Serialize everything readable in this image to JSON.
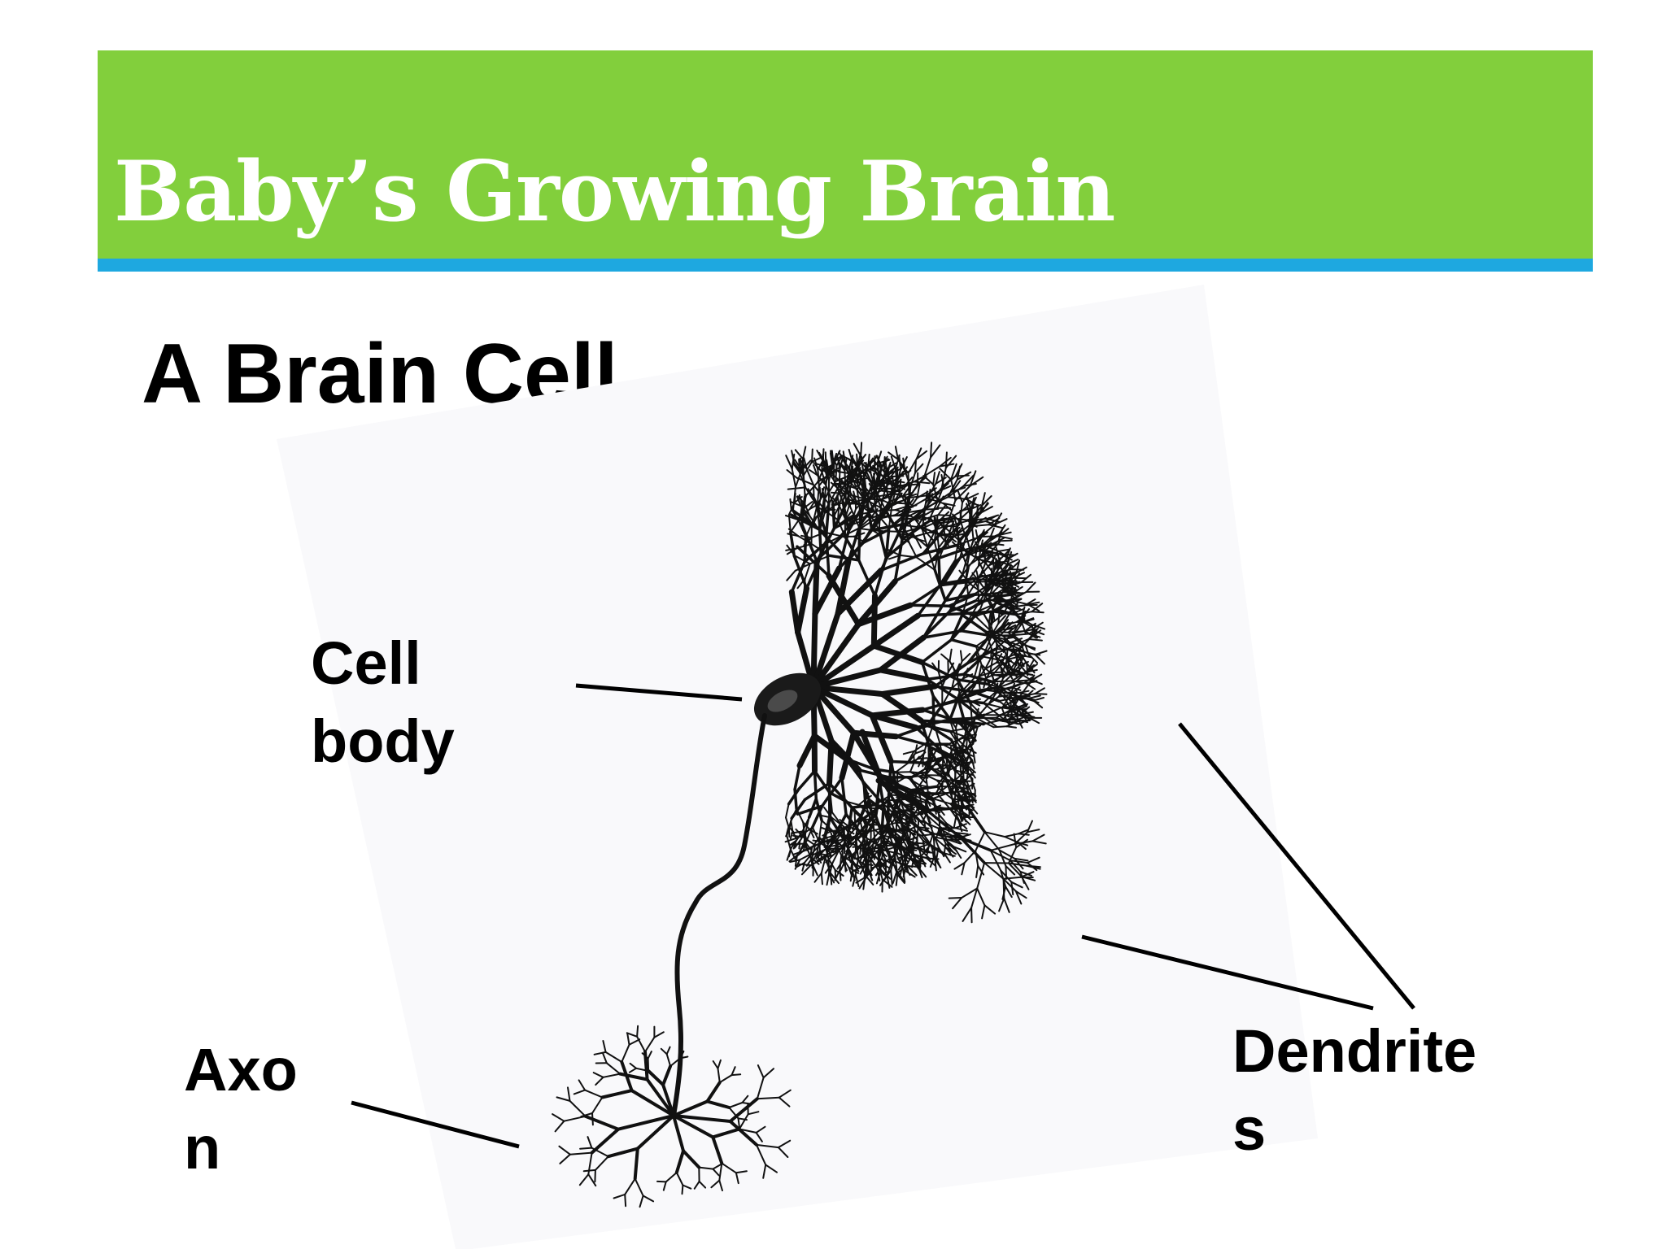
{
  "slide": {
    "title": "Baby’s Growing Brain",
    "subtitle": "A Brain Cell",
    "header_color": "#82cf3c",
    "stripe_color": "#1ea8e0"
  },
  "diagram": {
    "labels": {
      "cell_body_line1": "Cell",
      "cell_body_line2": "body",
      "axon_line1": "Axo",
      "axon_line2": "n",
      "dendrites_line1": "Dendrite",
      "dendrites_line2": "s"
    }
  }
}
